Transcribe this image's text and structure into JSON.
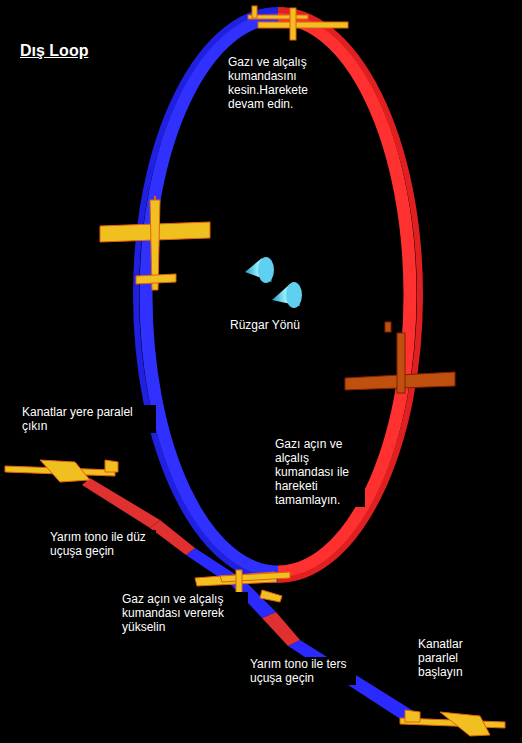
{
  "diagram": {
    "title": "Dış Loop",
    "labels": [
      "Gazı ve alçalış kumandasını kesin.Harekete devam edin.",
      "Rüzgar Yönü",
      "Kanatlar yere paralel çıkın",
      "Gazı açın ve alçalış kumandası ile hareketi tamamlayın.",
      "Yarım tono ile düz uçuşa geçin",
      "Gaz açın ve alçalış kumandası vererek yükselin",
      "Yarım tono ile ters uçuşa geçin",
      "Kanatlar pararlel başlayın"
    ]
  }
}
